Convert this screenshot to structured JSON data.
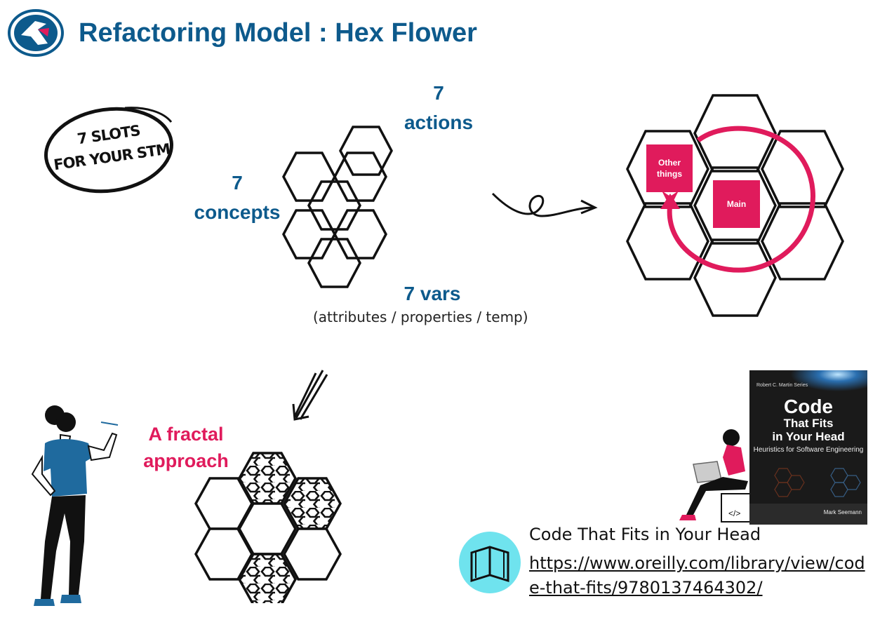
{
  "title": "Refactoring Model : Hex Flower",
  "stm_bubble": {
    "line1": "7 SLOTS",
    "line2": "FOR YOUR STM"
  },
  "hex": {
    "actions": {
      "number": "7",
      "label": "actions"
    },
    "concepts": {
      "number": "7",
      "label": "concepts"
    },
    "vars": {
      "label": "7 vars",
      "detail": "(attributes / properties / temp)"
    }
  },
  "flow": {
    "other_label": "Other things",
    "main_label": "Main"
  },
  "fractal": {
    "line1": "A fractal",
    "line2": "approach"
  },
  "book": {
    "title": "Code That Fits in Your Head",
    "url": "https://www.oreilly.com/library/view/code-that-fits/9780137464302/",
    "cover": {
      "series": "Robert C. Martin Series",
      "title1": "Code",
      "title2": "That Fits",
      "title3": "in Your Head",
      "subtitle": "Heuristics for Software Engineering",
      "author": "Mark Seemann"
    }
  },
  "colors": {
    "brand_blue": "#0d5a8c",
    "accent_pink": "#e01b5c",
    "book_icon_bg": "#6fe3ee"
  }
}
